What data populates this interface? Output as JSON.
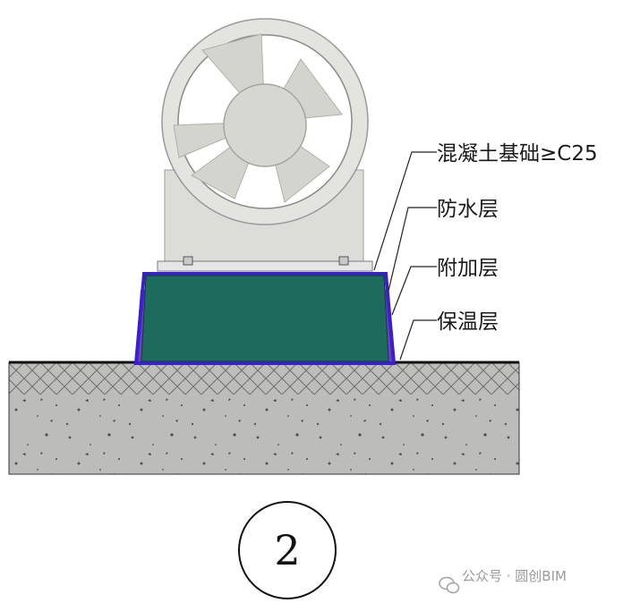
{
  "labels": {
    "concrete_base": "混凝土基础≥C25",
    "waterproof_layer": "防水层",
    "additional_layer": "附加层",
    "insulation_layer": "保温层"
  },
  "detail_number": "2",
  "watermark": {
    "text": "公众号 · 圆创BIM",
    "icon": "wechat-icon"
  },
  "colors": {
    "concrete_base": "#1c6b5c",
    "waterproof_membrane": "#3a1fd0",
    "fan_housing": "#dcdcd8",
    "ground_fill": "#bdbdbb"
  }
}
